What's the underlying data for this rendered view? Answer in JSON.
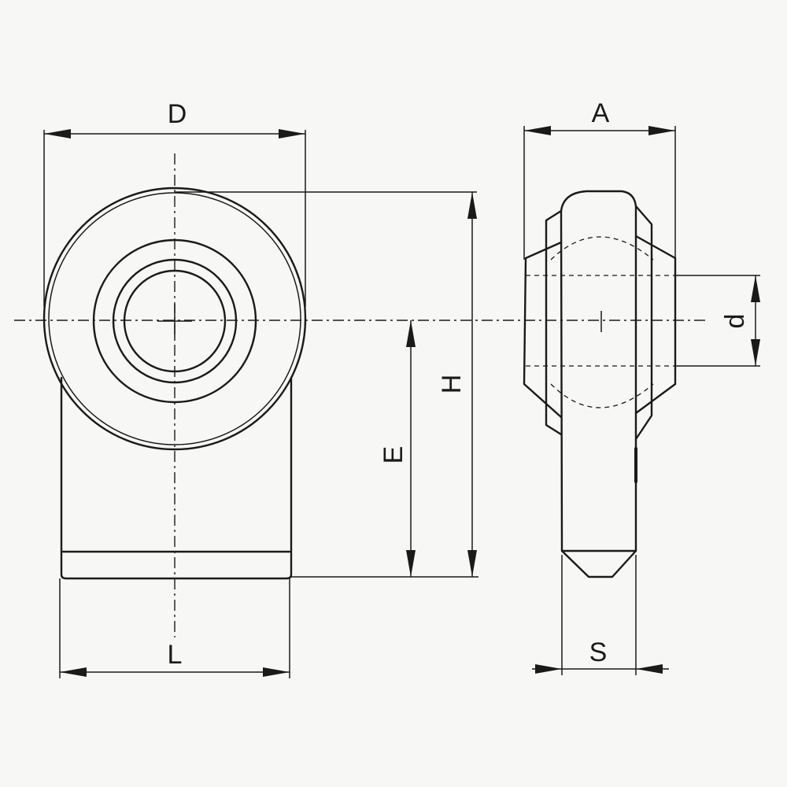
{
  "diagram": {
    "labels": {
      "D": "D",
      "A": "A",
      "H": "H",
      "E": "E",
      "d": "d",
      "L": "L",
      "S": "S"
    }
  }
}
